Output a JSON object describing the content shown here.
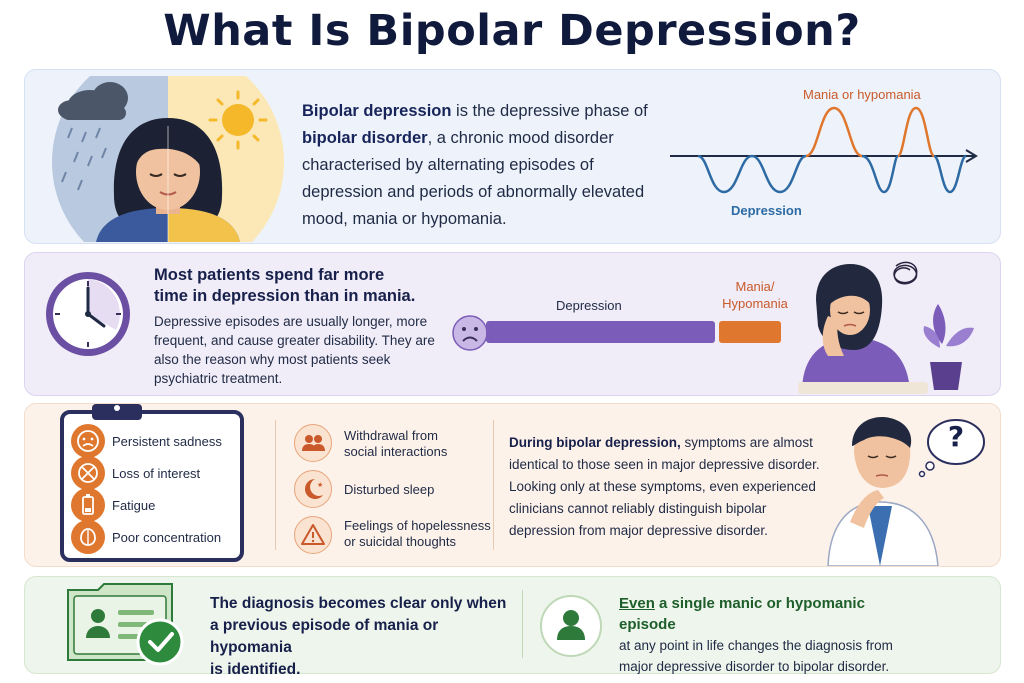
{
  "title": "What Is Bipolar Depression?",
  "colors": {
    "navy": "#17204a",
    "purple": "#7b5cb8",
    "orange": "#e0772e",
    "blue_wave": "#2e6aa3",
    "mania_red": "#c95a2a",
    "green": "#2e8b3d"
  },
  "panel1": {
    "text_bold1": "Bipolar depression",
    "text_part1": " is the depressive phase of ",
    "text_bold2": "bipolar disorder",
    "text_part2": ", a chronic mood disorder characterised by alternating episodes of depression and periods of abnormally elevated mood, mania or hypomania.",
    "wave_top_label": "Mania or hypomania",
    "wave_bottom_label": "Depression",
    "icons": [
      "rain-cloud-icon",
      "sun-icon",
      "woman-face-illustration"
    ]
  },
  "panel2": {
    "heading_line1": "Most patients spend far more",
    "heading_line2": "time in depression than in mania.",
    "body": "Depressive episodes are usually longer, more frequent, and cause greater disability. They are also the reason why most patients seek psychiatric treatment.",
    "bar_depression_label": "Depression",
    "bar_mania_label_line1": "Mania/",
    "bar_mania_label_line2": "Hypomania",
    "icons": [
      "clock-icon",
      "sad-face-icon",
      "sad-woman-illustration",
      "scribble-icon",
      "plant-icon"
    ]
  },
  "panel3": {
    "symptoms_left": [
      {
        "label": "Persistent sadness",
        "icon": "sad-face-icon"
      },
      {
        "label": "Loss of interest",
        "icon": "crossed-circle-icon"
      },
      {
        "label": "Fatigue",
        "icon": "low-battery-icon"
      },
      {
        "label": "Poor concentration",
        "icon": "brain-icon"
      }
    ],
    "symptoms_mid": [
      {
        "line1": "Withdrawal from",
        "line2": "social interactions",
        "icon": "people-icon"
      },
      {
        "line1": "Disturbed sleep",
        "line2": "",
        "icon": "moon-icon"
      },
      {
        "line1": "Feelings of hopelessness",
        "line2": "or suicidal thoughts",
        "icon": "warning-icon"
      }
    ],
    "text_bold": "During bipolar depression,",
    "text_rest": " symptoms are almost identical to those seen in major depressive disorder. Looking only at these symptoms, even experienced clinicians cannot reliably distinguish bipolar depression from major depressive disorder.",
    "question_mark": "?"
  },
  "panel4": {
    "left_line1": "The diagnosis becomes clear only when",
    "left_line2": "a previous episode of mania or hypomania",
    "left_line3": "is identified.",
    "right_em1": "Even",
    "right_em2": " a single manic or hypomanic episode",
    "right_rest": "at any point in life changes the diagnosis from major depressive disorder to bipolar disorder."
  }
}
